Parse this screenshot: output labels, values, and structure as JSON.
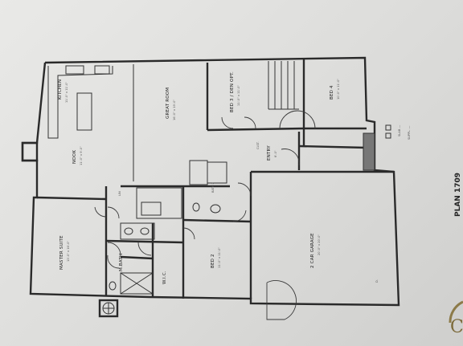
{
  "plan_title": "PLAN 1709",
  "rooms": {
    "kitchen": "KITCHEN",
    "nook": "NOOK",
    "great_room": "GREAT ROOM",
    "bed3": "BED 3 / DEN OPT.",
    "bed4": "BED 4",
    "entry": "ENTRY",
    "master": "MASTER SUITE",
    "mbath": "M.BATH",
    "wic": "W.I.C.",
    "bed2": "BED 2",
    "garage": "2 CAR GARAGE"
  },
  "logo": "C"
}
